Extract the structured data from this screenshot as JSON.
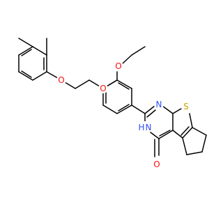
{
  "figure": {
    "background": "#ffffff",
    "bond_color": "#000000",
    "atoms": [
      {
        "id": "o-ether-1",
        "symbol": "O",
        "color": "#ff0d0d"
      },
      {
        "id": "o-ether-2",
        "symbol": "O",
        "color": "#ff0d0d"
      },
      {
        "id": "o-ethoxy",
        "symbol": "O",
        "color": "#ff0d0d"
      },
      {
        "id": "n-pyrimidine",
        "symbol": "N",
        "color": "#3050f8"
      },
      {
        "id": "s-thiophene",
        "symbol": "S",
        "color": "#c8a000"
      },
      {
        "id": "nh-amide-n",
        "symbol": "N",
        "color": "#3050f8"
      },
      {
        "id": "nh-amide-h",
        "symbol": "H",
        "color": "#3050f8"
      },
      {
        "id": "o-carbonyl",
        "symbol": "O",
        "color": "#ff0d0d"
      }
    ]
  }
}
